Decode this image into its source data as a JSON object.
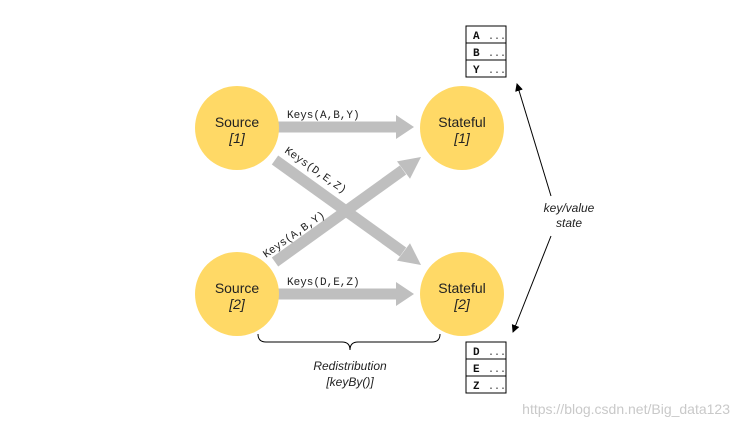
{
  "colors": {
    "node_fill": "#FFD966",
    "flow_arrow": "#BFBFBF",
    "line": "#000000"
  },
  "nodes": {
    "source1": {
      "title": "Source",
      "sub": "[1]"
    },
    "source2": {
      "title": "Source",
      "sub": "[2]"
    },
    "stateful1": {
      "title": "Stateful",
      "sub": "[1]"
    },
    "stateful2": {
      "title": "Stateful",
      "sub": "[2]"
    }
  },
  "edges": {
    "s1_to_st1": "Keys(A,B,Y)",
    "s1_to_st2": "Keys(D,E,Z)",
    "s2_to_st1": "Keys(A,B,Y)",
    "s2_to_st2": "Keys(D,E,Z)"
  },
  "state_table_1": {
    "rows": [
      {
        "key": "A",
        "val": "..."
      },
      {
        "key": "B",
        "val": "..."
      },
      {
        "key": "Y",
        "val": "..."
      }
    ]
  },
  "state_table_2": {
    "rows": [
      {
        "key": "D",
        "val": "..."
      },
      {
        "key": "E",
        "val": "..."
      },
      {
        "key": "Z",
        "val": "..."
      }
    ]
  },
  "state_label": {
    "line1": "key/value",
    "line2": "state"
  },
  "redistribution": {
    "line1": "Redistribution",
    "line2": "[keyBy()]"
  },
  "watermark": "https://blog.csdn.net/Big_data123"
}
